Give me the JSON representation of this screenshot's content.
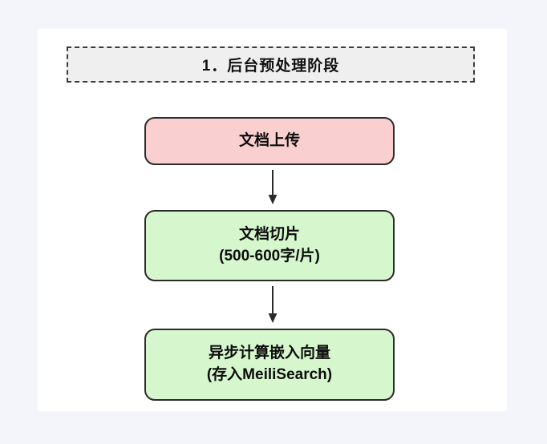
{
  "canvas": {
    "background_color": "#f4f5fa",
    "card_color": "#ffffff"
  },
  "stage": {
    "label": "1．后台预处理阶段",
    "fill_color": "#efefef",
    "border_color": "#3a3a3a",
    "border_style": "dashed"
  },
  "nodes": [
    {
      "id": "upload",
      "lines": [
        "文档上传"
      ],
      "fill_color": "#f9cfcf",
      "border_color": "#2b2b2b"
    },
    {
      "id": "chunking",
      "lines": [
        "文档切片",
        "(500-600字/片)"
      ],
      "fill_color": "#d6f7cd",
      "border_color": "#2b2b2b"
    },
    {
      "id": "embedding",
      "lines": [
        "异步计算嵌入向量",
        "(存入MeiliSearch)"
      ],
      "fill_color": "#d6f7cd",
      "border_color": "#2b2b2b"
    }
  ],
  "arrows": [
    {
      "id": "upload-to-chunking",
      "from": "upload",
      "to": "chunking",
      "direction": "down",
      "color": "#2b2b2b"
    },
    {
      "id": "chunking-to-embedding",
      "from": "chunking",
      "to": "embedding",
      "direction": "down",
      "color": "#2b2b2b"
    }
  ]
}
